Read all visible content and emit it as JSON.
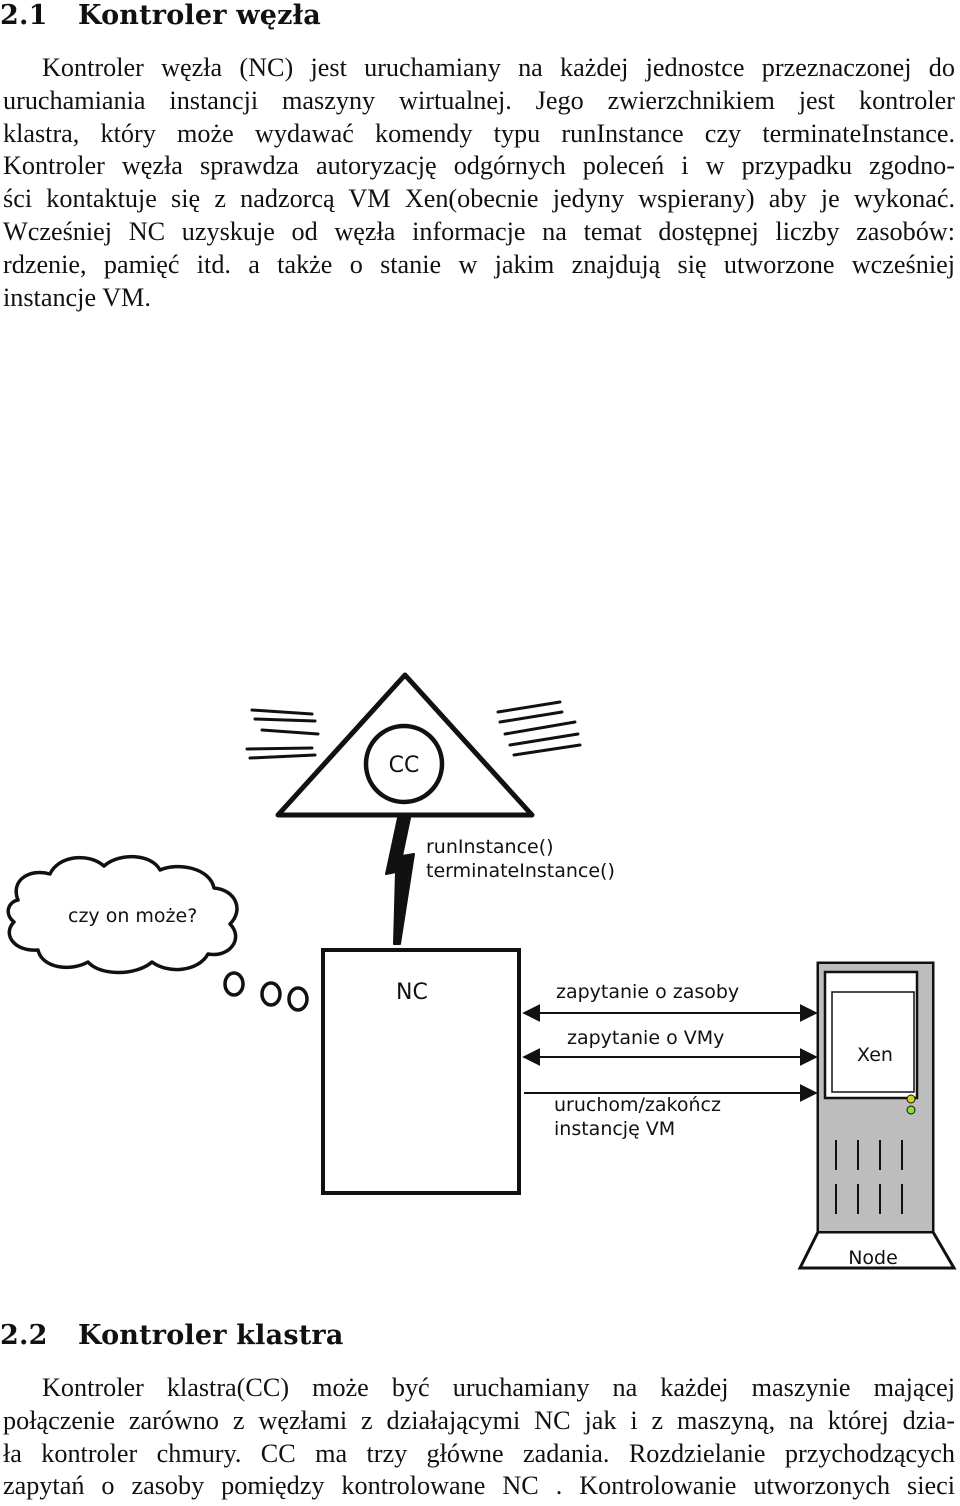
{
  "section1": {
    "number": "2.1",
    "title": "Kontroler węzła",
    "lines": [
      "Kontroler węzła (NC) jest uruchamiany na każdej jednostce przeznaczonej do",
      "uruchamiania instancji maszyny wirtualnej. Jego zwierzchnikiem jest kontroler",
      "klastra, który może wydawać komendy typu runInstance czy terminateInstance.",
      "Kontroler węzła sprawdza autoryzację odgórnych poleceń i w przypadku zgodno-",
      "ści kontaktuje się z nadzorcą VM Xen(obecnie jedyny wspierany) aby je wykonać.",
      "Wcześniej NC uzyskuje od węzła informacje na temat dostępnej liczby zasobów:",
      "rdzenie, pamięć itd. a także o stanie w jakim znajdują się utworzone wcześniej",
      "instancje VM."
    ]
  },
  "diagram": {
    "cc_label": "CC",
    "commands_line1": "runInstance()",
    "commands_line2": "terminateInstance()",
    "thought_text": "czy on może?",
    "nc_label": "NC",
    "arrow1_label": "zapytanie o zasoby",
    "arrow2_label": "zapytanie o VMy",
    "arrow3_label_line1": "uruchom/zakończ",
    "arrow3_label_line2": "instancję VM",
    "xen_label": "Xen",
    "node_label": "Node"
  },
  "section2": {
    "number": "2.2",
    "title": "Kontroler klastra",
    "lines": [
      "Kontroler klastra(CC) może być uruchamiany na każdej maszynie mającej",
      "połączenie zarówno z węzłami z działającymi NC jak i z maszyną, na której dzia-",
      "ła kontroler chmury. CC ma trzy główne zadania. Rozdzielanie przychodzących",
      "zapytań o zasoby pomiędzy kontrolowane NC . Kontrolowanie utworzonych sieci"
    ]
  }
}
